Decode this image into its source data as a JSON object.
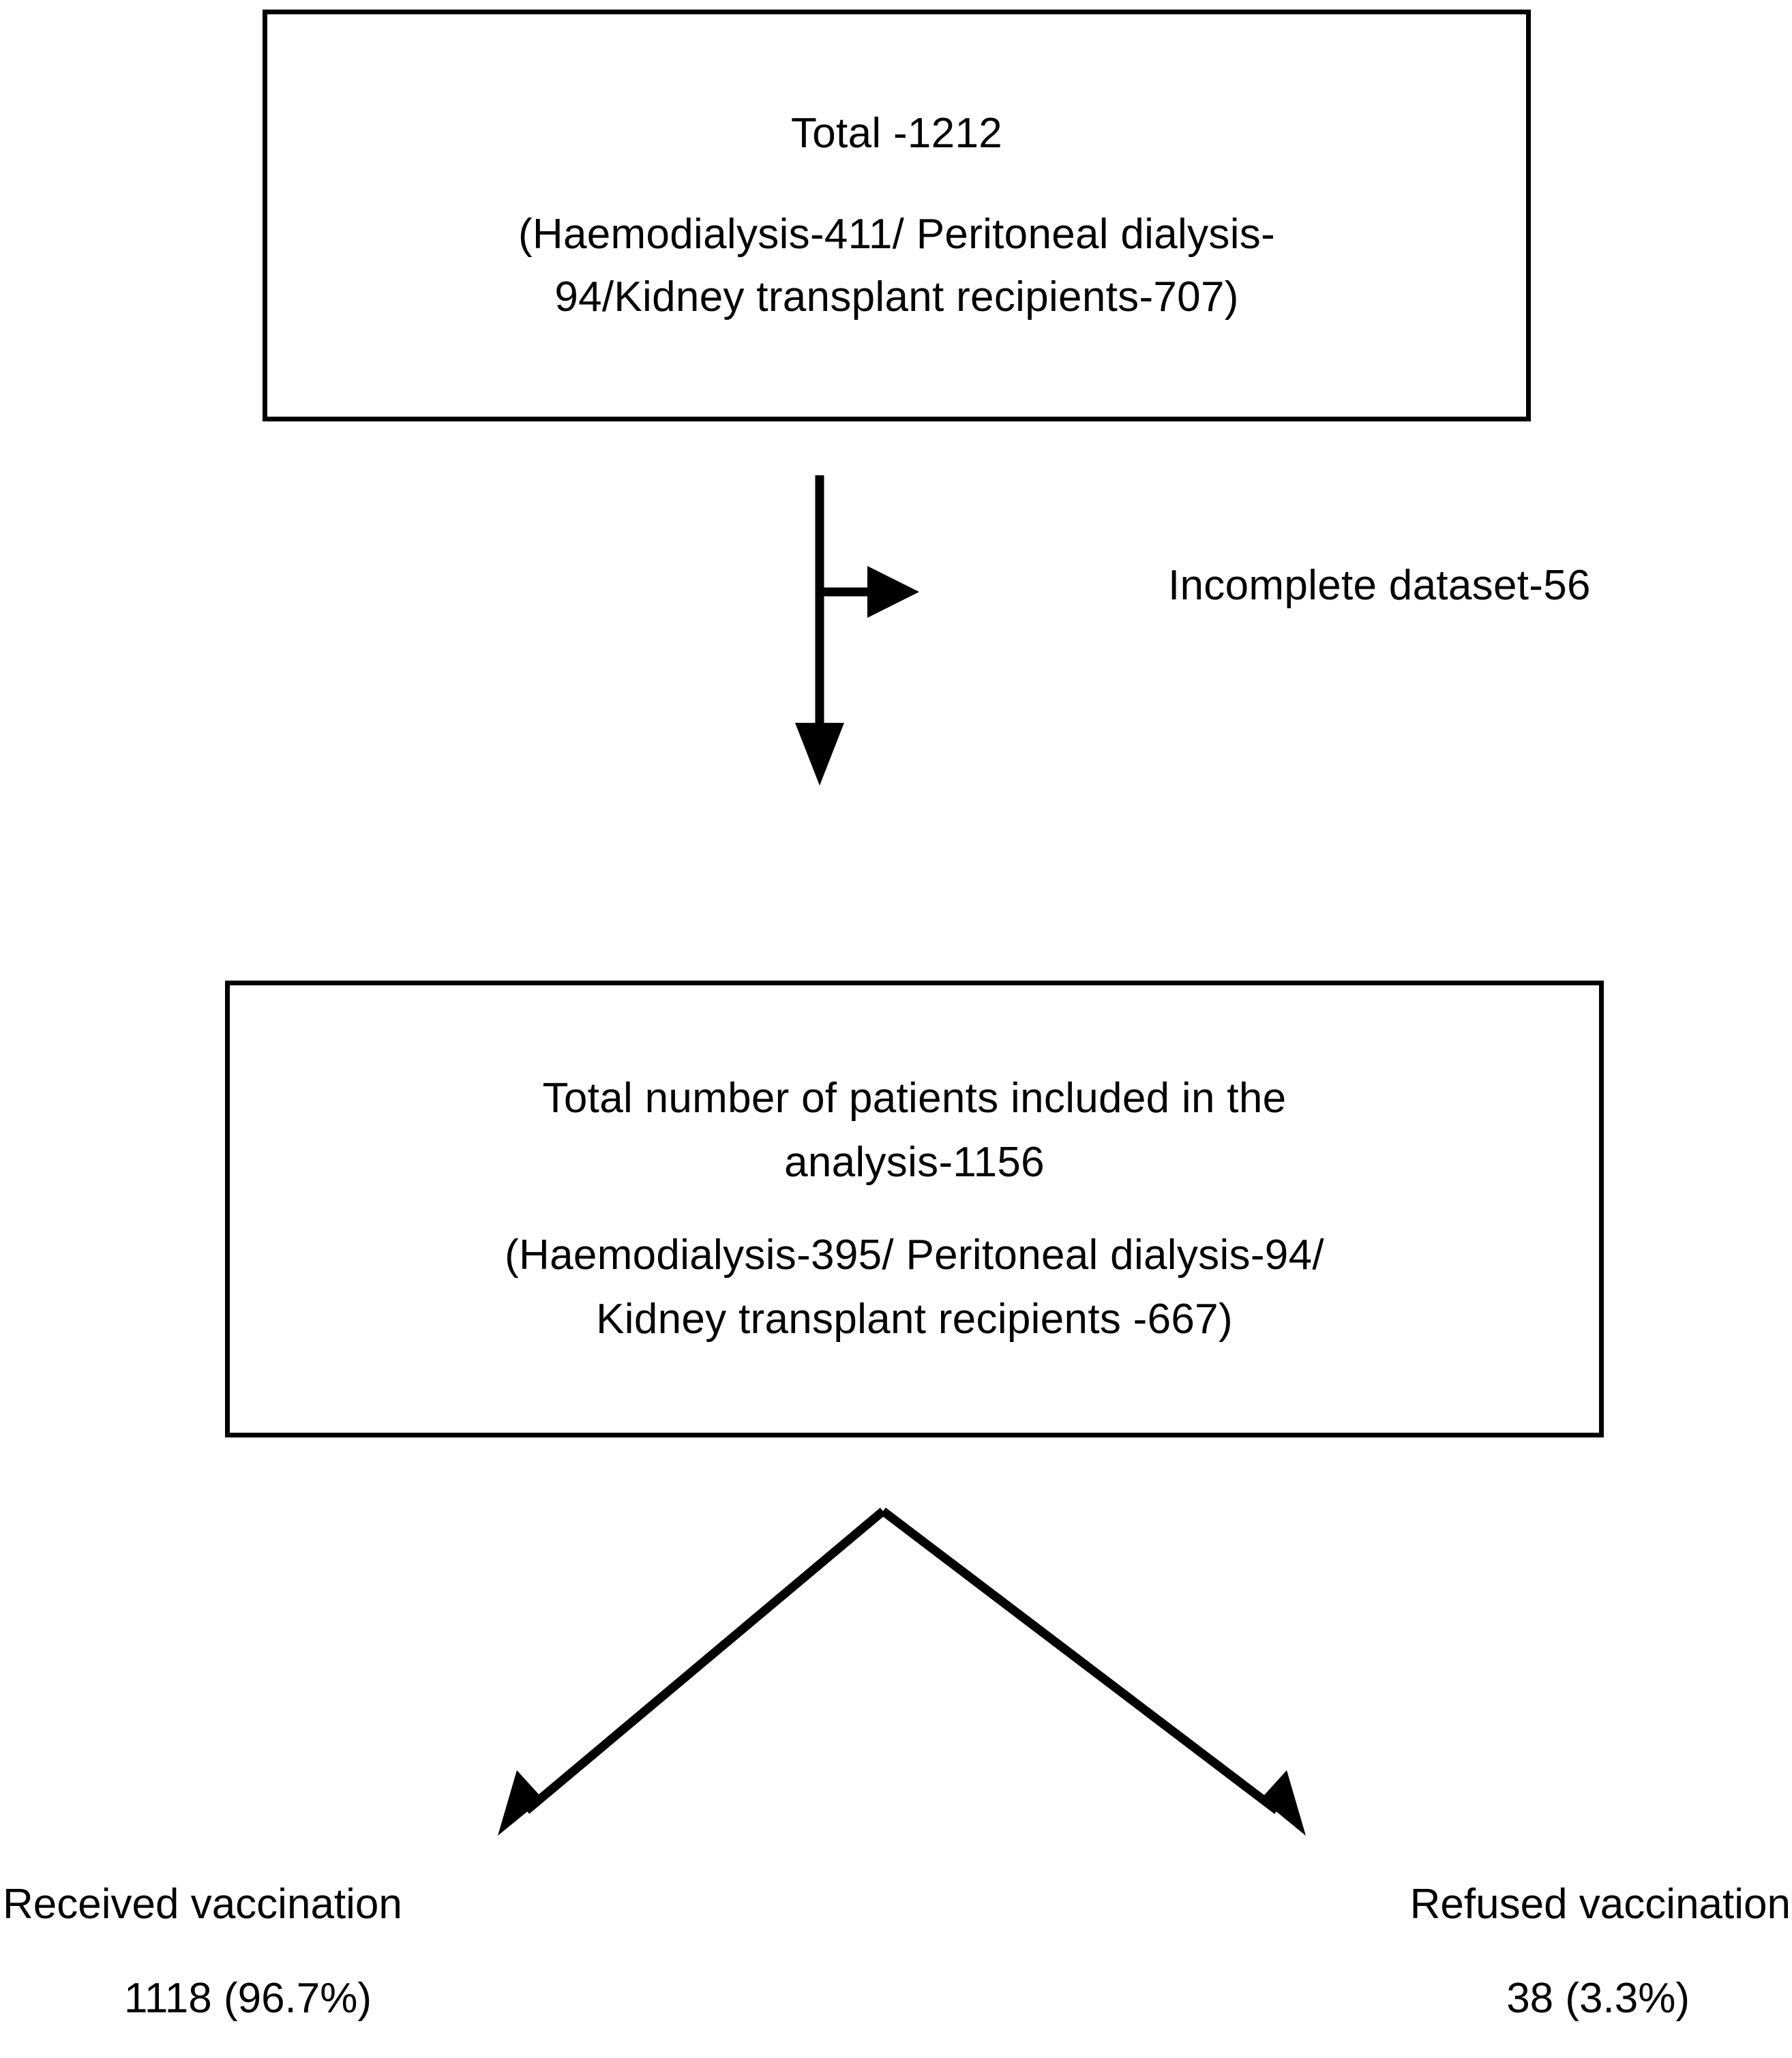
{
  "diagram": {
    "type": "patient-flow-chart",
    "title": "Study population flow diagram",
    "nodes": {
      "total_cohort": {
        "lines": [
          "Total -1212",
          "(Haemodialysis-411/ Peritoneal dialysis-",
          "94/Kidney transplant recipients-707)"
        ],
        "total": 1212,
        "breakdown": {
          "haemodialysis": 411,
          "peritoneal_dialysis": 94,
          "kidney_transplant_recipients": 707
        }
      },
      "excluded": {
        "label": "Incomplete dataset-56",
        "count": 56
      },
      "included": {
        "lines": [
          "Total number of patients included in the",
          "analysis-1156",
          "(Haemodialysis-395/ Peritoneal dialysis-94/",
          "Kidney transplant recipients -667)"
        ],
        "total": 1156,
        "breakdown": {
          "haemodialysis": 395,
          "peritoneal_dialysis": 94,
          "kidney_transplant_recipients": 667
        }
      },
      "received": {
        "title": "Received vaccination",
        "count": "1118 (96.7%)",
        "n": 1118,
        "percent": 96.7
      },
      "refused": {
        "title": "Refused vaccination",
        "count": "38 (3.3%)",
        "n": 38,
        "percent": 3.3
      }
    },
    "colors": {
      "stroke": "#000000",
      "text": "#000000",
      "background": "#ffffff"
    }
  }
}
